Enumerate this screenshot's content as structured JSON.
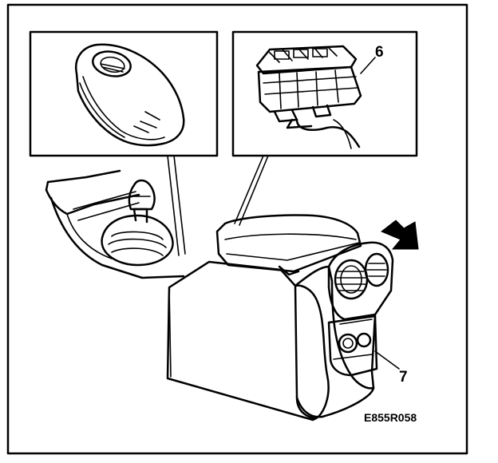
{
  "labels": {
    "callout_6": "6",
    "callout_7": "7",
    "figure_code": "E855R058"
  },
  "colors": {
    "ink": "#000000",
    "paper": "#ffffff"
  },
  "icons": {
    "direction_marker": "arrow-icon"
  }
}
